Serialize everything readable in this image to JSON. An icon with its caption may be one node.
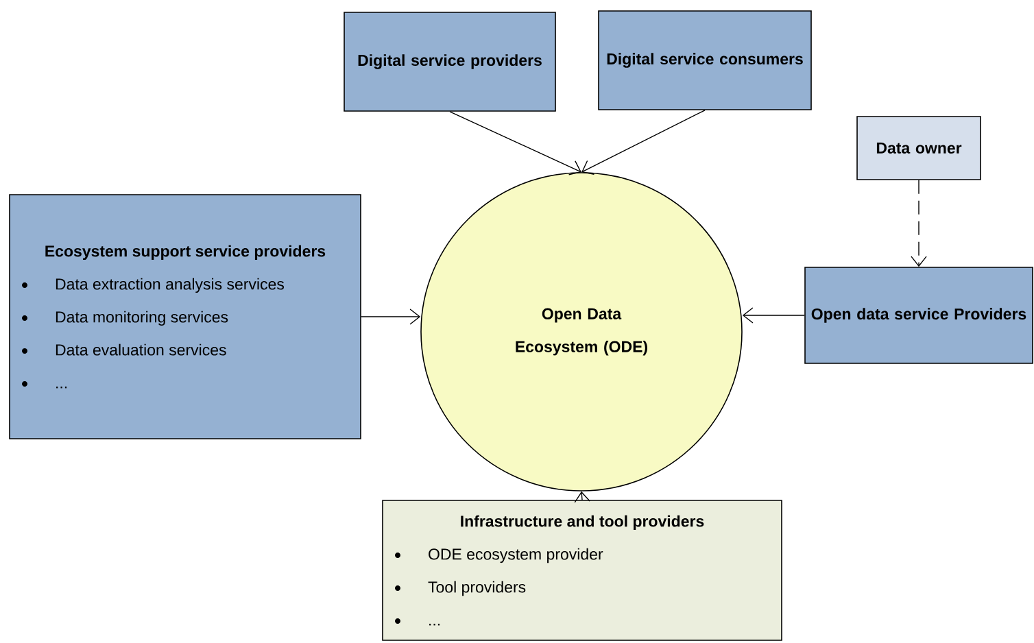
{
  "diagram": {
    "nodes": [
      {
        "text": [
          "Digital service providers"
        ]
      },
      {
        "text": [
          "Digital service consumers"
        ]
      },
      {
        "text": [
          "Data owner"
        ]
      },
      {
        "text": [
          "Ecosystem support service providers",
          "Data extraction analysis services",
          "Data monitoring services",
          "Data evaluation services",
          "..."
        ]
      },
      {
        "text": [
          "Open Data Ecosystem (ODE)"
        ]
      },
      {
        "text": [
          "Open data service Providers"
        ]
      },
      {
        "text": [
          "Infrastructure and tool providers",
          "ODE ecosystem provider",
          "Tool providers",
          "..."
        ]
      }
    ],
    "edges": [
      {
        "from": 0,
        "to": 4,
        "arrow": "to"
      },
      {
        "from": 1,
        "to": 4,
        "arrow": "to"
      },
      {
        "from": 2,
        "to": 5,
        "arrow": "to",
        "style": "dashed"
      },
      {
        "from": 3,
        "to": 4,
        "arrow": "to"
      },
      {
        "from": 5,
        "to": 4,
        "arrow": "to"
      },
      {
        "from": 6,
        "to": 4,
        "arrow": "to"
      }
    ]
  }
}
